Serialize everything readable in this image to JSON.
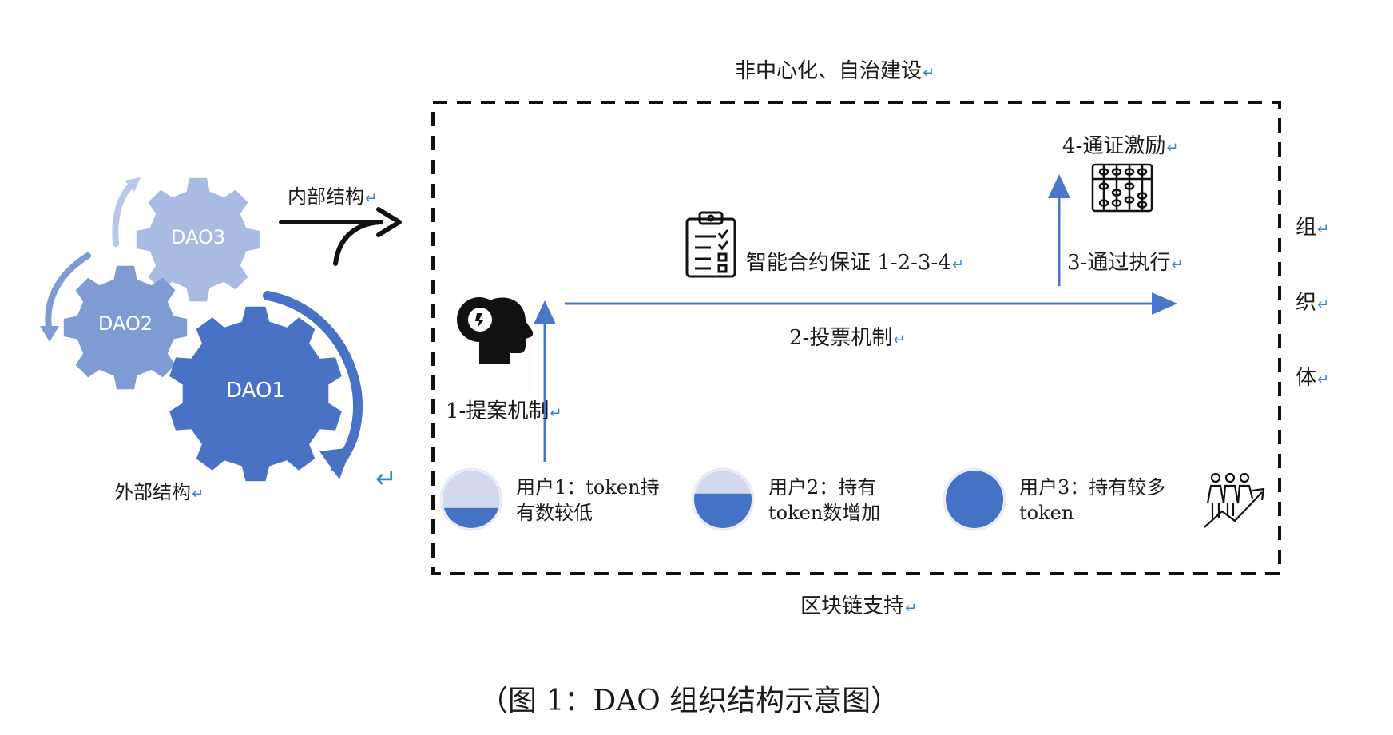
{
  "top_label": "非中心化、自治建设",
  "bottom_label": "区块链支持",
  "internal_structure": "内部结构",
  "external_structure": "外部结构",
  "gears": [
    "DAO1",
    "DAO2",
    "DAO3"
  ],
  "org_chars": [
    "组",
    "织",
    "体"
  ],
  "steps": {
    "proposal": "1-提案机制",
    "voting": "2-投票机制",
    "execution": "3-通过执行",
    "incentive": "4-通证激励",
    "smart_contract": "智能合约保证 1-2-3-4"
  },
  "users": [
    {
      "line1": "用户1：token持",
      "line2": "有数较低",
      "fill_fraction": 0.35
    },
    {
      "line1": "用户2：持有",
      "line2": "token数增加",
      "fill_fraction": 0.6
    },
    {
      "line1": "用户3：持有较多",
      "line2": "token",
      "fill_fraction": 1.0
    }
  ],
  "caption": "（图 1：DAO 组织结构示意图）",
  "colors": {
    "gear1": "#4a72c4",
    "gear2": "#7f9bd4",
    "gear3": "#a9bae3",
    "arrow_blue": "#4a78c8",
    "user_fill": "#4472c4",
    "user_bg": "#d2d8ee",
    "return_mark": "#3b82d6"
  },
  "icons": [
    "brain-head-icon",
    "clipboard-checklist-icon",
    "abacus-icon",
    "people-growth-icon",
    "return-arrow-icon"
  ]
}
